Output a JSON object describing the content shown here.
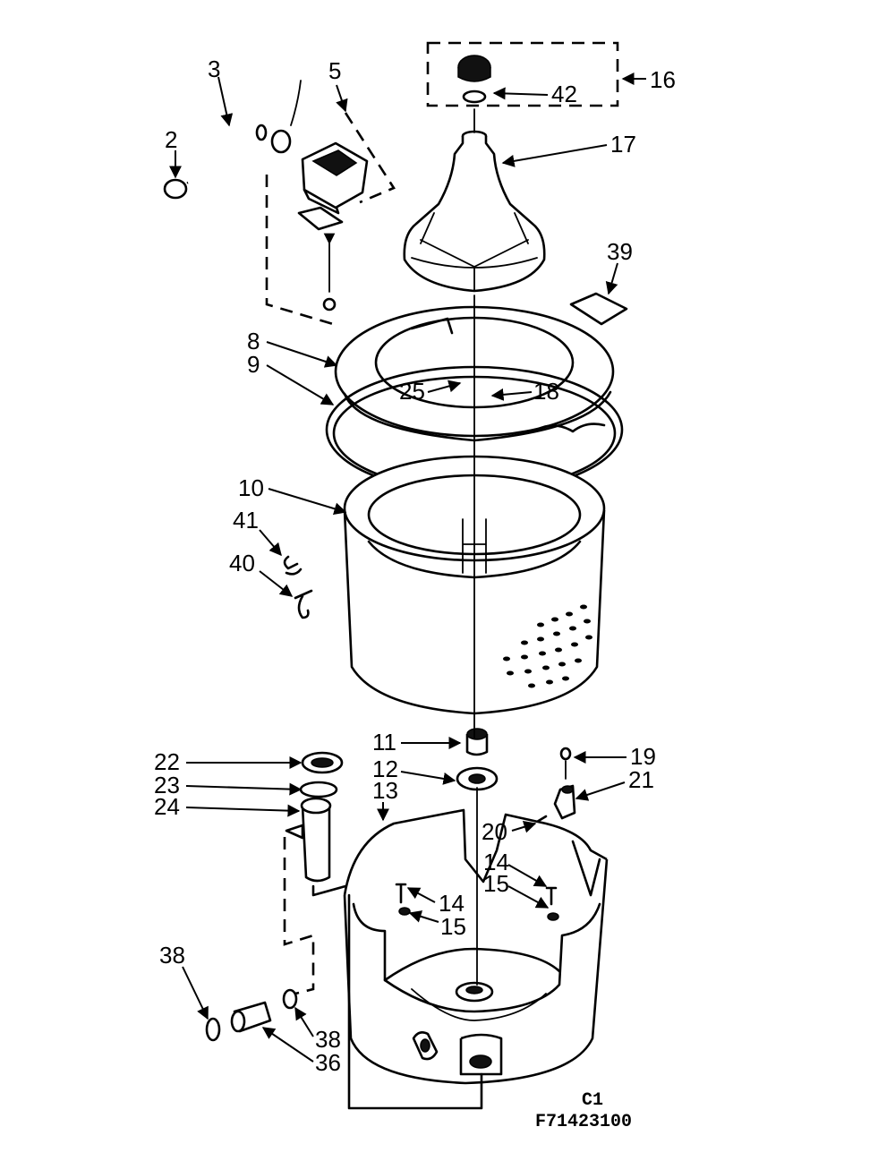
{
  "callouts": {
    "c2": "2",
    "c3": "3",
    "c5": "5",
    "c16": "16",
    "c42": "42",
    "c17": "17",
    "c39": "39",
    "c8": "8",
    "c9": "9",
    "c25": "25",
    "c18": "18",
    "c10": "10",
    "c41": "41",
    "c40": "40",
    "c11": "11",
    "c12": "12",
    "c13": "13",
    "c22": "22",
    "c23": "23",
    "c24": "24",
    "c19": "19",
    "c21": "21",
    "c20": "20",
    "c14a": "14",
    "c15a": "15",
    "c14b": "14",
    "c15b": "15",
    "c38a": "38",
    "c38b": "38",
    "c36": "36"
  },
  "footer": {
    "section": "C1",
    "part_code": "F71423100"
  }
}
